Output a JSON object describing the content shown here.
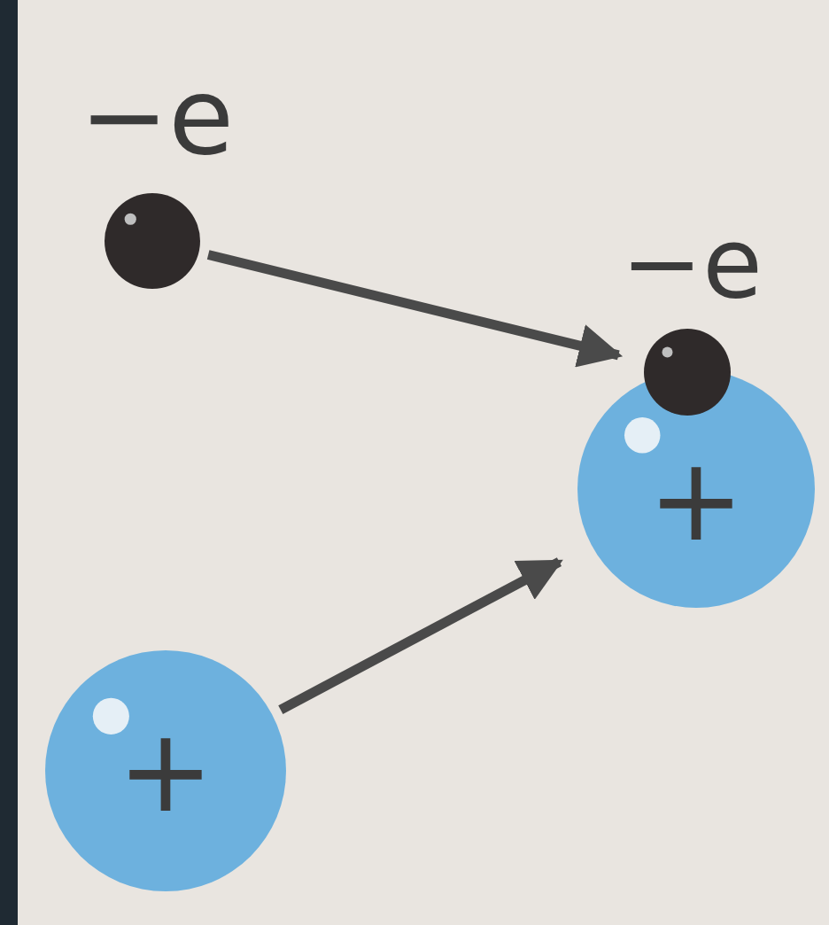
{
  "diagram": {
    "nodes": [
      {
        "text": [
          "−e"
        ]
      },
      {
        "text": [
          "+"
        ]
      },
      {
        "text": [
          "+"
        ]
      },
      {
        "text": [
          "−e"
        ]
      }
    ],
    "edges": [
      {
        "from": 0,
        "to": 3,
        "arrow": "to"
      },
      {
        "from": 1,
        "to": 2,
        "arrow": "to"
      }
    ]
  }
}
